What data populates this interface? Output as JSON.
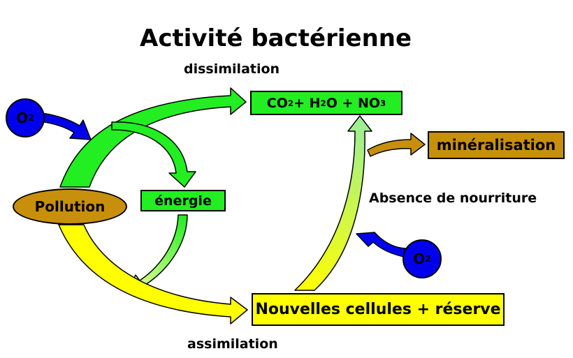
{
  "title": "Activité bactérienne",
  "labels": {
    "dissimilation": "dissimilation",
    "assimilation": "assimilation",
    "absence": "Absence de nourriture"
  },
  "nodes": {
    "pollution": "Pollution",
    "energie": "énergie",
    "mineralisation": "minéralisation",
    "cells": "Nouvelles cellules + réserve",
    "products": {
      "co": "CO",
      "co_sub": "2",
      "plus1": " + H",
      "h_sub": "2",
      "o_plus": "O + NO",
      "no_sub": "3"
    },
    "oxygen": {
      "o": "O",
      "sub": "2"
    }
  },
  "colors": {
    "green": "#22ee22",
    "yellow": "#ffff00",
    "brown": "#c8900a",
    "blue": "#0000ee"
  }
}
